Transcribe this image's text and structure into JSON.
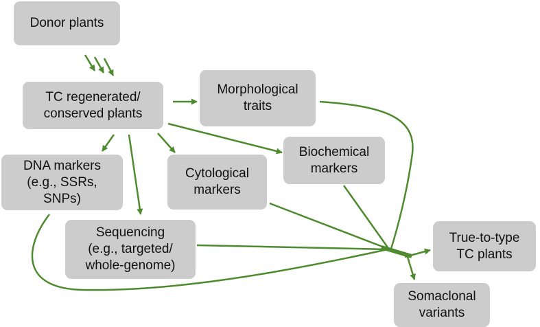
{
  "diagram": {
    "boxes": {
      "donor": "Donor plants",
      "tc": "TC regenerated/\nconserved plants",
      "morph": "Morphological\ntraits",
      "biochem": "Biochemical\nmarkers",
      "dna": "DNA markers\n(e.g., SSRs,\nSNPs)",
      "cyto": "Cytological\nmarkers",
      "seq": "Sequencing\n(e.g., targeted/\nwhole-genome)",
      "true": "True-to-type\nTC plants",
      "soma": "Somaclonal\nvariants"
    },
    "colors": {
      "box_fill": "#cccccc",
      "arrow": "#4e8a2e",
      "text": "#111111"
    }
  }
}
